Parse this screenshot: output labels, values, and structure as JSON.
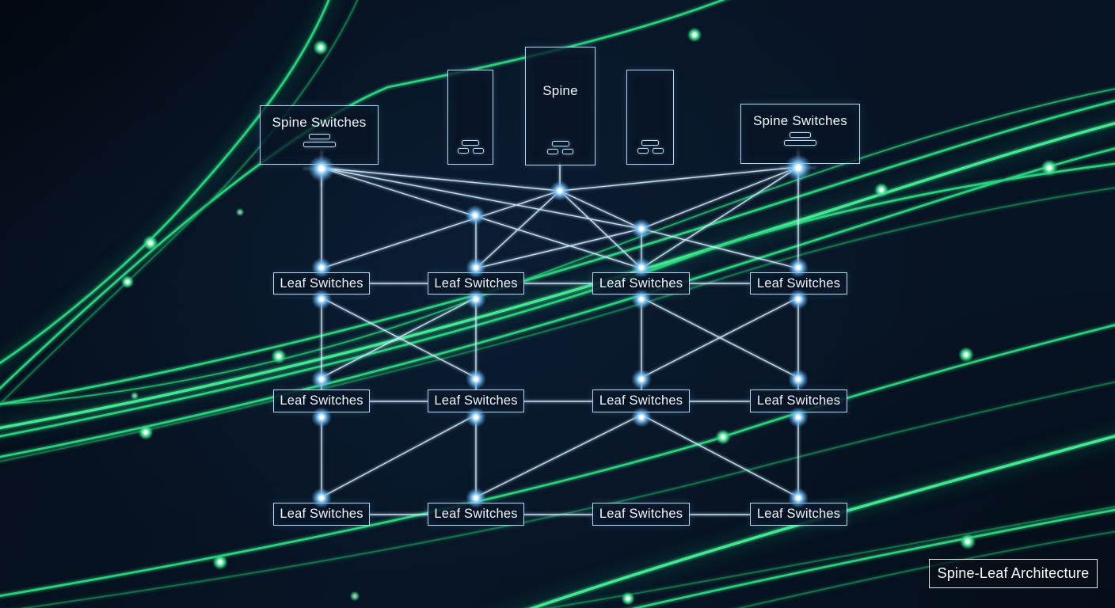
{
  "caption": {
    "label": "Spine-Leaf Architecture"
  },
  "spine_row": {
    "left": {
      "label": "Spine Switches"
    },
    "center": {
      "label": "Spine"
    },
    "right": {
      "label": "Spine Switches"
    }
  },
  "leaf_rows": [
    [
      "Leaf Switches",
      "Leaf Switches",
      "Leaf Switches",
      "Leaf Switches"
    ],
    [
      "Leaf Switches",
      "Leaf Switches",
      "Leaf Switches",
      "Leaf Switches"
    ],
    [
      "Leaf Switches",
      "Leaf Switches",
      "Leaf Switches",
      "Leaf Switches"
    ]
  ],
  "icons": {
    "spine_switch_icon": "stacked-switch-bars",
    "aux_switch_icon": "hub-switch-bars"
  },
  "colors": {
    "background": "#071423",
    "box_border": "#b7d8ef",
    "box_fill": "#0a1a30",
    "label_text": "#f0f7fd",
    "mesh_line": "#cde8fb",
    "node_core": "#ffffff",
    "node_glow": "#7ec4f5",
    "fiber_green": "#2ad47e",
    "caption_border": "#e5e8eb"
  },
  "topology": {
    "description": "Two spine switch groups and a central spine box fully meshed down to the first leaf row; leaf rows cross-linked downward; adjacent leaf switches linked horizontally in every row",
    "spine_nodes": [
      "Spine Switches (left)",
      "Spine",
      "Spine Switches (right)"
    ],
    "leaf_rows_count": 3,
    "leafs_per_row": 4,
    "row1_to_row2_links": [
      "col1-col1",
      "col2-col2",
      "col3-col3",
      "col4-col4",
      "col1-col2 cross",
      "col2-col1 cross",
      "col3-col4 cross",
      "col4-col3 cross"
    ],
    "row2_to_row3_links": [
      "col1-col1",
      "col2-col2",
      "col4-col4",
      "col2-col1 diagonal",
      "col3-col2 diagonal",
      "col3-col4 diagonal"
    ]
  }
}
